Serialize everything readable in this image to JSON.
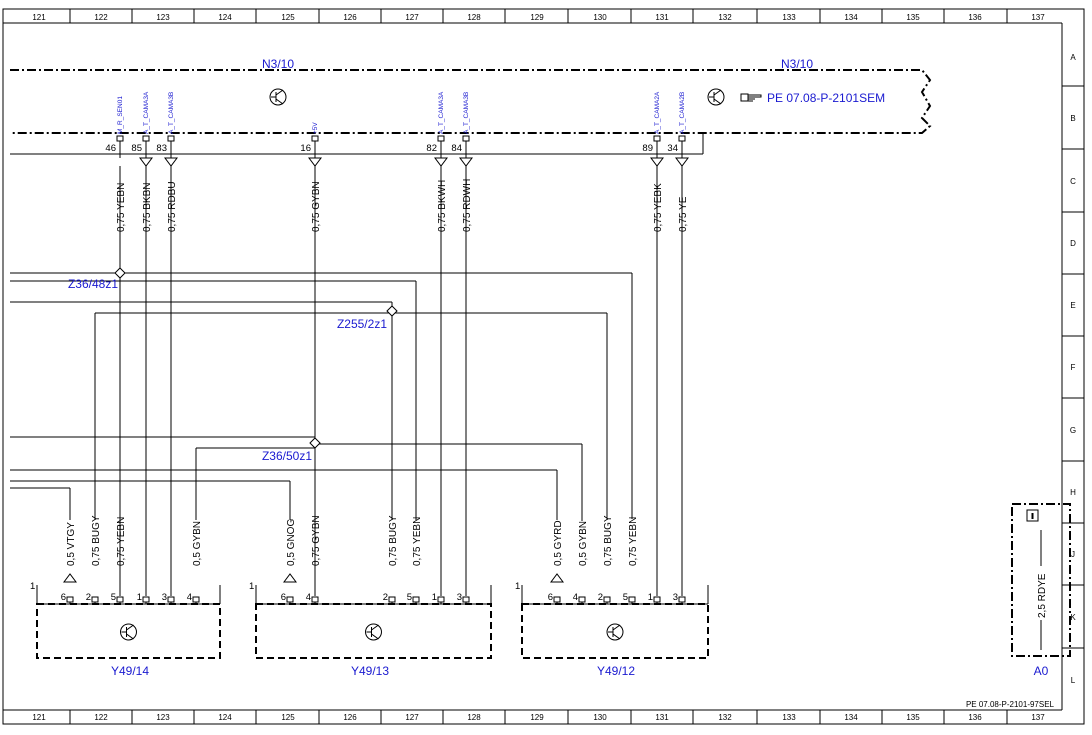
{
  "columns": [
    "121",
    "122",
    "123",
    "124",
    "125",
    "126",
    "127",
    "128",
    "129",
    "130",
    "131",
    "132",
    "133",
    "134",
    "135",
    "136",
    "137"
  ],
  "rows": [
    "A",
    "B",
    "C",
    "D",
    "E",
    "F",
    "G",
    "H",
    "J",
    "K",
    "L"
  ],
  "module": {
    "label_left": "N3/10",
    "label_right": "N3/10",
    "reference": "PE 07.08-P-2101SEM",
    "reference_icon": "pointing-hand-icon",
    "component_icon": "transistor-icon"
  },
  "module_pins": [
    {
      "num": "46",
      "signal": "M_R_SEN01"
    },
    {
      "num": "85",
      "signal": "A_T_CAMA3A"
    },
    {
      "num": "83",
      "signal": "A_T_CAMA3B"
    },
    {
      "num": "16",
      "signal": "+5V"
    },
    {
      "num": "82",
      "signal": "A_T_CAMA3A"
    },
    {
      "num": "84",
      "signal": "A_T_CAMA3B"
    },
    {
      "num": "89",
      "signal": "A_T_CAMA2A"
    },
    {
      "num": "34",
      "signal": "A_T_CAMA2B"
    }
  ],
  "upper_wires": [
    "0,75 YEBN",
    "0,75 BKBN",
    "0,75 RDBU",
    "0,75 GYBN",
    "0,75 BKWH",
    "0,75 RDWH",
    "0,75 YEBK",
    "0,75 YE"
  ],
  "splices": [
    "Z36/48z1",
    "Z255/2z1",
    "Z36/50z1"
  ],
  "lower_wires": [
    "0,5 VTGY",
    "0,75 BUGY",
    "0,75 YEBN",
    "0,5 GYBN",
    "0,5 GNOG",
    "0,75 GYBN",
    "0,75 BUGY",
    "0,75 YEBN",
    "0,5 GYRD",
    "0,5 GYBN",
    "0,75 BUGY",
    "0,75 YEBN"
  ],
  "connectors": [
    {
      "name": "Y49/14",
      "marker": "1",
      "pins": [
        "6",
        "2",
        "5",
        "1",
        "3",
        "4"
      ]
    },
    {
      "name": "Y49/13",
      "marker": "1",
      "pins": [
        "6",
        "4",
        "2",
        "5",
        "1",
        "3"
      ]
    },
    {
      "name": "Y49/12",
      "marker": "1",
      "pins": [
        "6",
        "4",
        "2",
        "5",
        "1",
        "3"
      ]
    }
  ],
  "ground_box": {
    "icon": "info-icon",
    "wire": "2,5 RDYE",
    "label": "A0"
  },
  "footer": "PE 07.08-P-2101-97SEL"
}
